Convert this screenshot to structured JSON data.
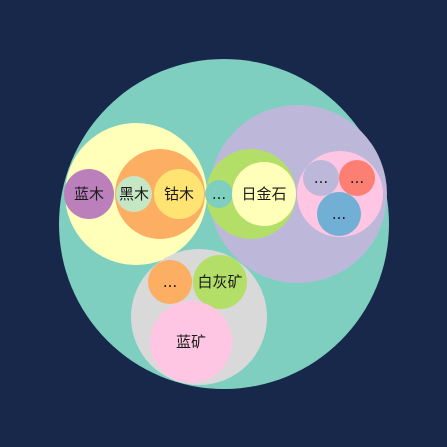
{
  "colors": {
    "background": "#17284a",
    "label": "#1a1a1a"
  },
  "chart_data": {
    "type": "circle-packing",
    "title": "",
    "root": {
      "value": 100,
      "color": "#7fcfc1",
      "children": [
        {
          "value": 20,
          "color": "#ffffba",
          "children": [
            {
              "label": "蓝木",
              "value": 4,
              "color": "#bb80bc"
            },
            {
              "label": "黑木",
              "value": 2,
              "color": "#c6e7c4"
            },
            {
              "label": "钴木",
              "value": 4,
              "color": "#ffe373"
            }
          ],
          "inner": {
            "value": 9,
            "color": "#fcae62"
          }
        },
        {
          "value": 26,
          "color": "#bdb8da",
          "children": [
            {
              "label": "...",
              "value": 1,
              "color": "#7fcfc1"
            },
            {
              "label": "日金石",
              "value": 5,
              "color": "#ffffba"
            },
            {
              "value": 6,
              "color": "#ffc6e3",
              "children": [
                {
                  "label": "...",
                  "value": 1.8,
                  "color": "#bdb8da"
                },
                {
                  "label": "...",
                  "value": 1.8,
                  "color": "#fb7f73"
                },
                {
                  "label": "...",
                  "value": 2.6,
                  "color": "#72afd4"
                }
              ]
            }
          ],
          "inner": {
            "value": 10,
            "color": "#b3de68"
          }
        },
        {
          "value": 19,
          "color": "#d9d9d9",
          "children": [
            {
              "label": "...",
              "value": 2.2,
              "color": "#fcae62"
            },
            {
              "label": "白灰矿",
              "value": 3.6,
              "color": "#b3de68"
            },
            {
              "label": "蓝矿",
              "value": 8.3,
              "color": "#ffc6e3"
            }
          ]
        }
      ]
    }
  }
}
